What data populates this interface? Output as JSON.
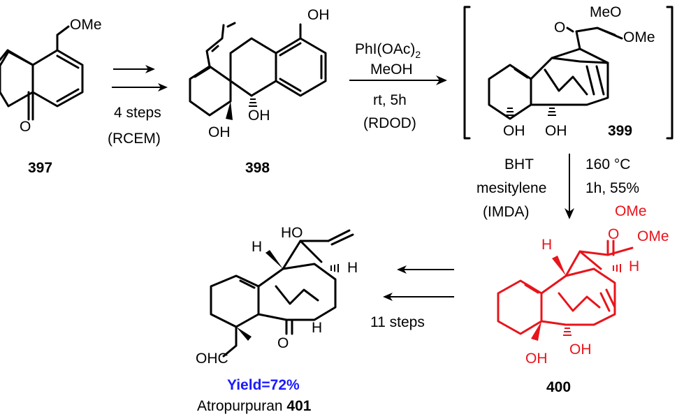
{
  "compounds": {
    "c397": {
      "number": "397",
      "ome": "OMe",
      "o": "O"
    },
    "c398": {
      "number": "398",
      "oh_top": "OH",
      "oh_left": "OH",
      "oh_right": "OH"
    },
    "c399": {
      "number": "399",
      "meo": "MeO",
      "ome": "OMe",
      "oh1": "OH",
      "oh2": "OH",
      "o": "O"
    },
    "c400": {
      "number": "400",
      "ome1": "OMe",
      "ome2": "OMe",
      "h1": "H",
      "h2": "H",
      "oh1": "OH",
      "oh2": "OH",
      "o": "O"
    },
    "c401": {
      "name": "Atropurpuran",
      "number": "401",
      "yield": "Yield=72%",
      "ho": "HO",
      "h1": "H",
      "h2": "H",
      "h3": "H",
      "ohc": "OHC",
      "o": "O"
    }
  },
  "steps": {
    "s1": {
      "line1": "4 steps",
      "line2": "(RCEM)"
    },
    "s2": {
      "reagent_prefix": "PhI(OAc)",
      "reagent_sub": "2",
      "line2": "MeOH",
      "line3": "rt, 5h",
      "line4": "(RDOD)"
    },
    "s3": {
      "left1": "BHT",
      "left2": "mesitylene",
      "left3": "(IMDA)",
      "right1": "160 °C",
      "right2": "1h, 55%"
    },
    "s4": {
      "line1": "11 steps"
    }
  }
}
